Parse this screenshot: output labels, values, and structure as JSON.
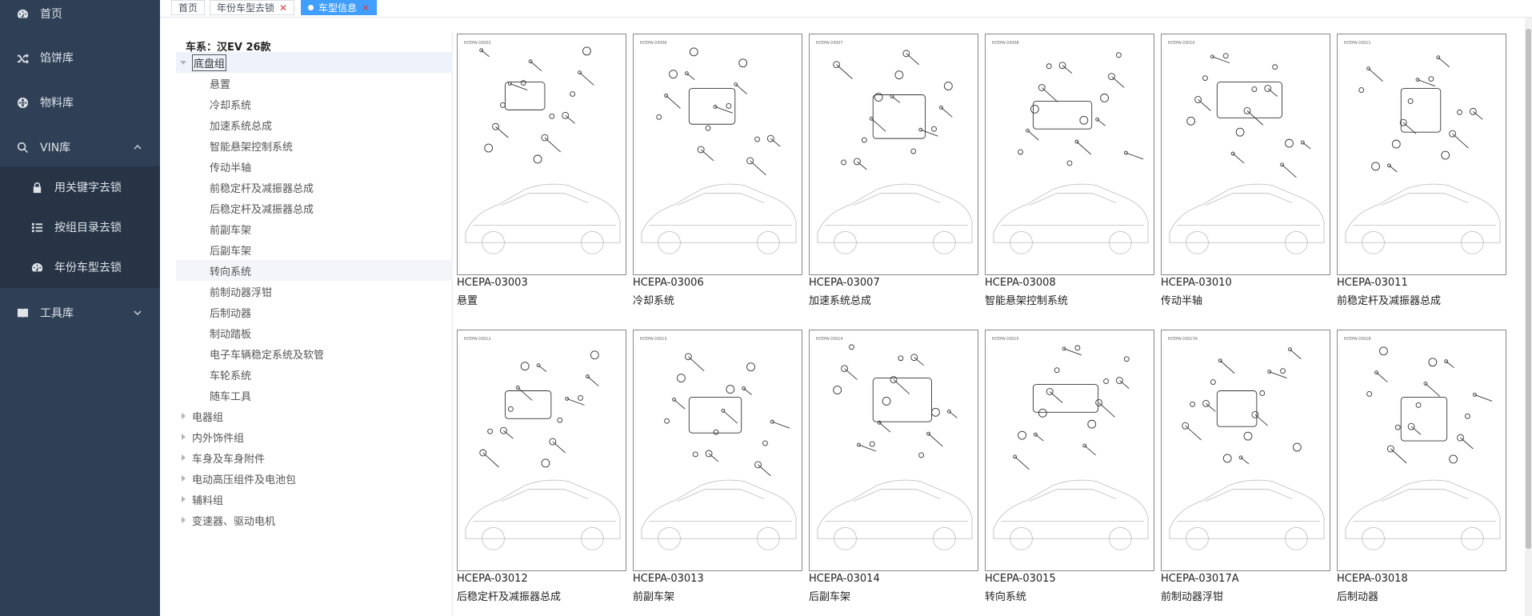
{
  "sidebar": {
    "items": [
      {
        "label": "首页",
        "icon": "dashboard-icon"
      },
      {
        "label": "馅饼库",
        "icon": "shuffle-icon"
      },
      {
        "label": "物料库",
        "icon": "globe-icon"
      },
      {
        "label": "VIN库",
        "icon": "search-icon"
      },
      {
        "label": "工具库",
        "icon": "book-icon"
      }
    ],
    "sub_items": [
      {
        "label": "用关键字去锁",
        "icon": "lock-icon"
      },
      {
        "label": "按组目录去锁",
        "icon": "list-icon"
      },
      {
        "label": "年份车型去锁",
        "icon": "dashboard-icon"
      }
    ]
  },
  "tabs": [
    {
      "label": "首页"
    },
    {
      "label": "年份车型去锁"
    },
    {
      "label": "车型信息"
    }
  ],
  "tree": {
    "title": "车系：汉EV 26款",
    "root_open": "底盘组",
    "children": [
      "悬置",
      "冷却系统",
      "加速系统总成",
      "智能悬架控制系统",
      "传动半轴",
      "前稳定杆及减振器总成",
      "后稳定杆及减振器总成",
      "前副车架",
      "后副车架",
      "转向系统",
      "前制动器浮钳",
      "后制动器",
      "制动踏板",
      "电子车辆稳定系统及软管",
      "车轮系统",
      "随车工具"
    ],
    "collapsed": [
      "电器组",
      "内外饰件组",
      "车身及车身附件",
      "电动高压组件及电池包",
      "辅料组",
      "变速器、驱动电机"
    ]
  },
  "parts": [
    {
      "code": "HCEPA-03003",
      "name": "悬置",
      "tiny": "HCEPA-03003"
    },
    {
      "code": "HCEPA-03006",
      "name": "冷却系统",
      "tiny": "HCEPA-03006"
    },
    {
      "code": "HCEPA-03007",
      "name": "加速系统总成",
      "tiny": "HCEPA-03007"
    },
    {
      "code": "HCEPA-03008",
      "name": "智能悬架控制系统",
      "tiny": "HCEPA-03008"
    },
    {
      "code": "HCEPA-03010",
      "name": "传动半轴",
      "tiny": "HCEPA-03010"
    },
    {
      "code": "HCEPA-03011",
      "name": "前稳定杆及减振器总成",
      "tiny": "HCEPA-03011"
    },
    {
      "code": "HCEPA-03012",
      "name": "后稳定杆及减振器总成",
      "tiny": "HCEPA-03012"
    },
    {
      "code": "HCEPA-03013",
      "name": "前副车架",
      "tiny": "HCEPA-03013"
    },
    {
      "code": "HCEPA-03014",
      "name": "后副车架",
      "tiny": "HCEPA-03014"
    },
    {
      "code": "HCEPA-03015",
      "name": "转向系统",
      "tiny": "HCEPA-03015"
    },
    {
      "code": "HCEPA-03017A",
      "name": "前制动器浮钳",
      "tiny": "HCEPA-03017A"
    },
    {
      "code": "HCEPA-03018",
      "name": "后制动器",
      "tiny": "HCEPA-03018"
    }
  ]
}
